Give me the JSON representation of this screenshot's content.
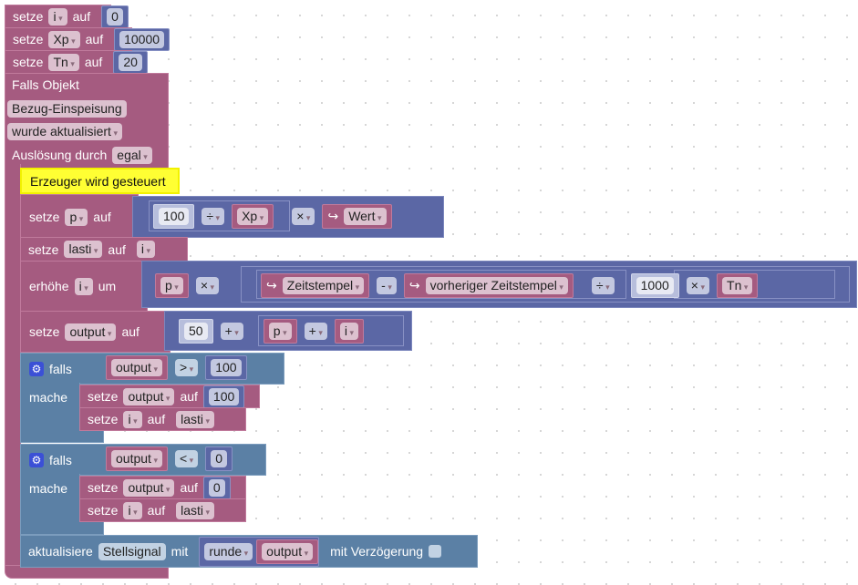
{
  "init": [
    {
      "kw": "setze",
      "var": "i",
      "to": "auf",
      "val": "0"
    },
    {
      "kw": "setze",
      "var": "Xp",
      "to": "auf",
      "val": "10000"
    },
    {
      "kw": "setze",
      "var": "Tn",
      "to": "auf",
      "val": "20"
    }
  ],
  "event": {
    "title": "Falls Objekt",
    "object": "Bezug-Einspeisung",
    "condition": "wurde aktualisiert",
    "trigger_label": "Auslösung durch",
    "trigger": "egal"
  },
  "comment": "Erzeuger wird gesteuert",
  "set_p": {
    "kw": "setze",
    "var": "p",
    "to": "auf",
    "n100": "100",
    "div": "÷",
    "xp": "Xp",
    "mul": "×",
    "arrow": "↪",
    "wert": "Wert"
  },
  "set_lasti": {
    "kw": "setze",
    "var": "lasti",
    "to": "auf",
    "val": "i"
  },
  "incr": {
    "kw": "erhöhe",
    "var": "i",
    "by": "um",
    "p": "p",
    "mul": "×",
    "arrow": "↪",
    "ts": "Zeitstempel",
    "minus": "-",
    "prev": "vorheriger Zeitstempel",
    "div": "÷",
    "n1000": "1000",
    "mul2": "×",
    "tn": "Tn"
  },
  "set_out": {
    "kw": "setze",
    "var": "output",
    "to": "auf",
    "n50": "50",
    "plus": "+",
    "p": "p",
    "plus2": "+",
    "i": "i"
  },
  "if1": {
    "kw": "falls",
    "do": "mache",
    "var": "output",
    "op": ">",
    "val": "100",
    "s1": {
      "kw": "setze",
      "var": "output",
      "to": "auf",
      "val": "100"
    },
    "s2": {
      "kw": "setze",
      "var": "i",
      "to": "auf",
      "val": "lasti"
    }
  },
  "if2": {
    "kw": "falls",
    "do": "mache",
    "var": "output",
    "op": "<",
    "val": "0",
    "s1": {
      "kw": "setze",
      "var": "output",
      "to": "auf",
      "val": "0"
    },
    "s2": {
      "kw": "setze",
      "var": "i",
      "to": "auf",
      "val": "lasti"
    }
  },
  "update": {
    "kw": "aktualisiere",
    "target": "Stellsignal",
    "with": "mit",
    "fn": "runde",
    "var": "output",
    "delay": "mit Verzögerung"
  }
}
